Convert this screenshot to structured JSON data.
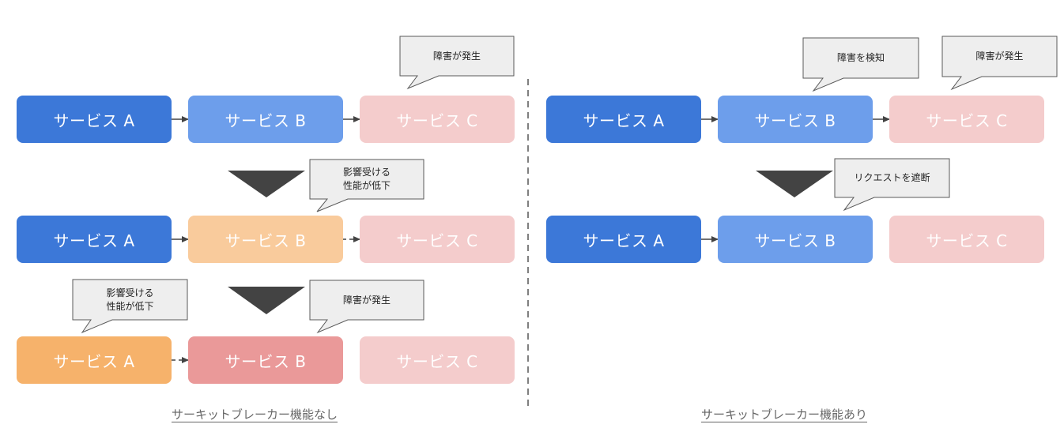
{
  "left": {
    "row1": {
      "a": "サービス A",
      "b": "サービス B",
      "c": "サービス C"
    },
    "row2": {
      "a": "サービス A",
      "b": "サービス B",
      "c": "サービス C"
    },
    "row3": {
      "a": "サービス A",
      "b": "サービス B",
      "c": "サービス C"
    },
    "callouts": {
      "row1_c": "障害が発生",
      "row2_b": "影響受ける\n性能が低下",
      "row3_a": "影響受ける\n性能が低下",
      "row3_b": "障害が発生"
    },
    "caption": "サーキットブレーカー機能なし"
  },
  "right": {
    "row1": {
      "a": "サービス A",
      "b": "サービス B",
      "c": "サービス C"
    },
    "row2": {
      "a": "サービス A",
      "b": "サービス B",
      "c": "サービス C"
    },
    "callouts": {
      "row1_b": "障害を検知",
      "row1_c": "障害が発生",
      "row2_b": "リクエストを遮断"
    },
    "caption": "サーキットブレーカー機能あり"
  },
  "colors": {
    "blue_dark": "#3c78d8",
    "blue_light": "#6d9eeb",
    "pink_pale": "#f4cccc",
    "orange_light": "#f9cb9c",
    "orange": "#f6b26b",
    "red_pink": "#ea9999",
    "bubble_fill": "#eeeeee",
    "arrow": "#434343"
  }
}
